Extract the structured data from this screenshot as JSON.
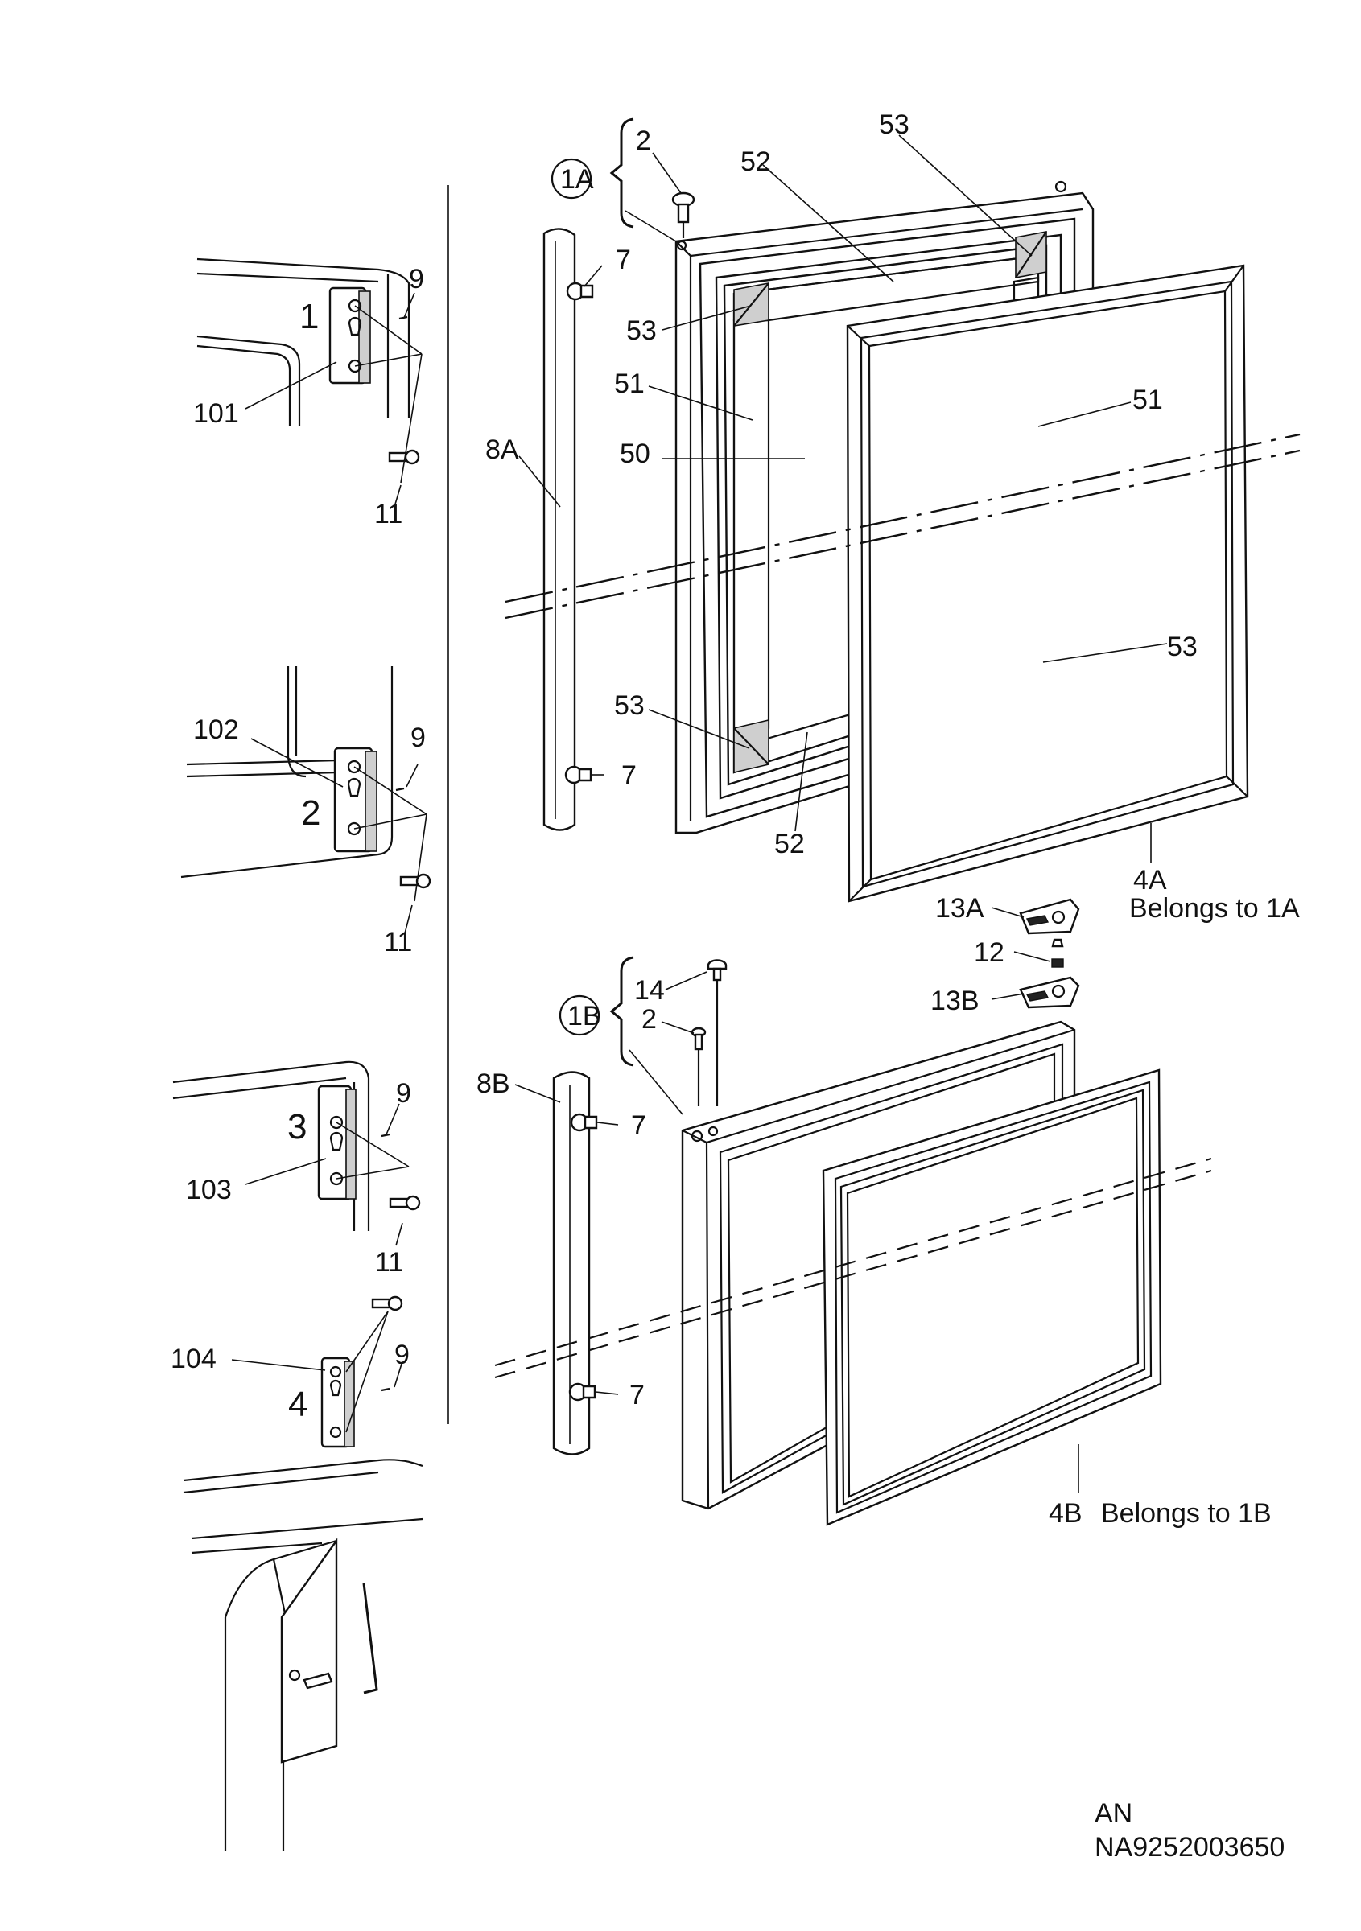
{
  "labels": {
    "l_1A": "1A",
    "l_1B": "1B",
    "l_2a": "2",
    "l_2b": "2",
    "l_7a": "7",
    "l_7b": "7",
    "l_7c": "7",
    "l_7d": "7",
    "l_8A": "8A",
    "l_8B": "8B",
    "l_9a": "9",
    "l_9b": "9",
    "l_9c": "9",
    "l_9d": "9",
    "l_11a": "11",
    "l_11b": "11",
    "l_11c": "11",
    "l_101": "101",
    "l_102": "102",
    "l_103": "103",
    "l_104": "104",
    "l_50": "50",
    "l_51a": "51",
    "l_51b": "51",
    "l_52a": "52",
    "l_52b": "52",
    "l_53a": "53",
    "l_53b": "53",
    "l_53c": "53",
    "l_53d": "53",
    "l_4A": "4A",
    "l_4A_note": "Belongs to 1A",
    "l_4B": "4B",
    "l_4B_note": "Belongs to 1B",
    "l_13A": "13A",
    "l_13B": "13B",
    "l_12": "12",
    "l_14": "14",
    "v_1": "1",
    "v_2": "2",
    "v_3": "3",
    "v_4": "4"
  },
  "footer": {
    "code_line1": "AN",
    "code_line2": "NA9252003650"
  }
}
